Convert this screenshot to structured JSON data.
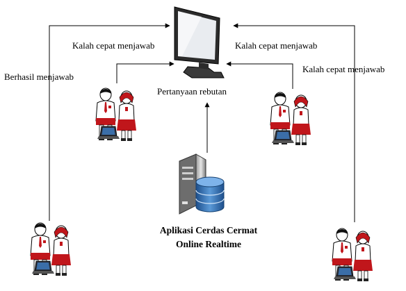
{
  "labels": {
    "kalah_left": "Kalah cepat menjawab",
    "kalah_right_top": "Kalah cepat menjawab",
    "kalah_right_side": "Kalah cepat menjawab",
    "berhasil": "Berhasil menjawab",
    "pertanyaan": "Pertanyaan rebutan",
    "app_line1": "Aplikasi Cerdas Cermat",
    "app_line2": "Online Realtime"
  },
  "icons": {
    "monitor": "computer-monitor-icon",
    "server": "database-server-icon",
    "students": "student-pair-with-laptop-icon"
  },
  "colors": {
    "uniform_red": "#c0161b",
    "database_blue": "#2f6fb5",
    "line": "#000000"
  }
}
